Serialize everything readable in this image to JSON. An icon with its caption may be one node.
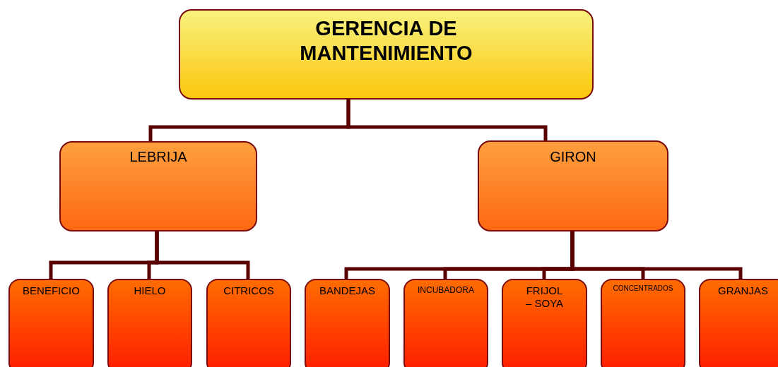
{
  "diagram": {
    "nodes": [
      {
        "text": [
          "GERENCIA DE MANTENIMIENTO"
        ]
      },
      {
        "text": [
          "LEBRIJA"
        ]
      },
      {
        "text": [
          "GIRON"
        ]
      },
      {
        "text": [
          "BENEFICIO"
        ]
      },
      {
        "text": [
          "HIELO"
        ]
      },
      {
        "text": [
          "CITRICOS"
        ]
      },
      {
        "text": [
          "BANDEJAS"
        ]
      },
      {
        "text": [
          "INCUBADORA"
        ]
      },
      {
        "text": [
          "FRIJOL – SOYA"
        ]
      },
      {
        "text": [
          "CONCENTRADOS"
        ]
      },
      {
        "text": [
          "GRANJAS"
        ]
      }
    ],
    "edges": [
      {
        "from": 0,
        "to": 1,
        "arrow": "none"
      },
      {
        "from": 0,
        "to": 2,
        "arrow": "none"
      },
      {
        "from": 1,
        "to": 3,
        "arrow": "none"
      },
      {
        "from": 1,
        "to": 4,
        "arrow": "none"
      },
      {
        "from": 1,
        "to": 5,
        "arrow": "none"
      },
      {
        "from": 2,
        "to": 6,
        "arrow": "none"
      },
      {
        "from": 2,
        "to": 7,
        "arrow": "none"
      },
      {
        "from": 2,
        "to": 8,
        "arrow": "none"
      },
      {
        "from": 2,
        "to": 9,
        "arrow": "none"
      },
      {
        "from": 2,
        "to": 10,
        "arrow": "none"
      }
    ]
  }
}
